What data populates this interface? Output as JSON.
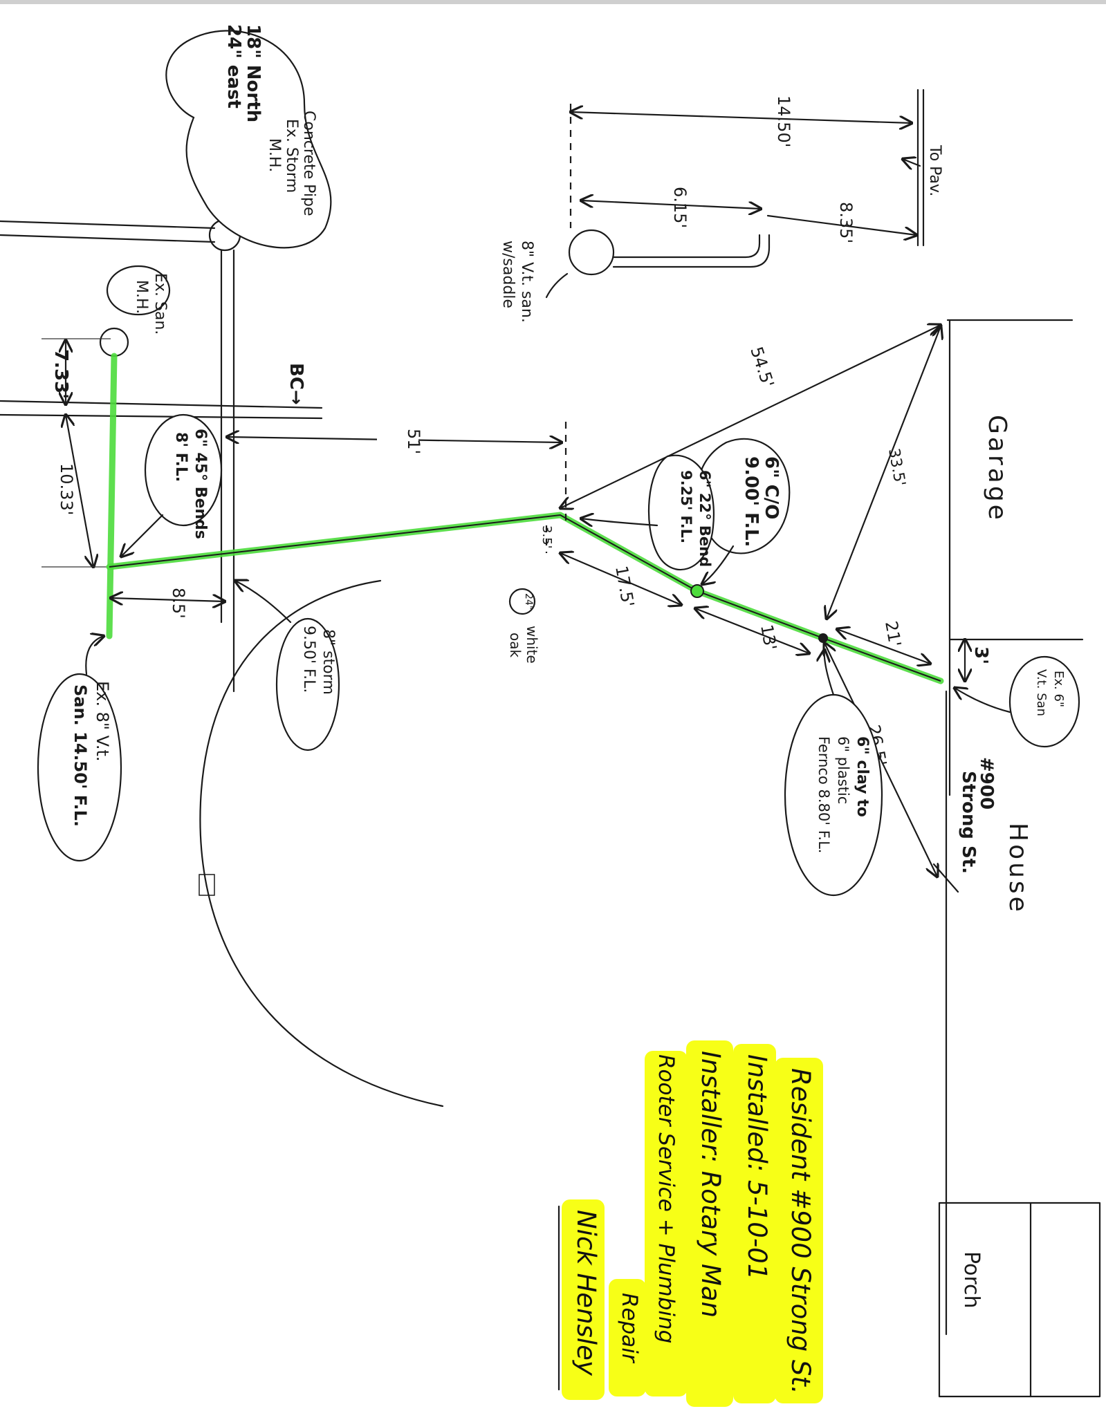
{
  "labels": {
    "to_pav": "To Pav.",
    "dim_14_50": "14.50'",
    "dim_8_35": "8.35'",
    "dim_6_15": "6.15'",
    "vit_saddle_line1": "8\" V.t. san.",
    "vit_saddle_line2": "w/saddle",
    "storm_mh_line1": "18\" North",
    "storm_mh_line2": "24\" east",
    "storm_mh_line3": "Concrete Pipe",
    "storm_mh_line4": "Ex. Storm",
    "storm_mh_line5": "M.H.",
    "san_mh_line1": "Ex. San.",
    "san_mh_line2": "M.H.",
    "dim_7_33": "7.33'",
    "dim_10_33": "10.33'",
    "bc": "BC→",
    "dim_51": "51'",
    "dim_54_5": "54.5'",
    "dim_33_5": "33.5'",
    "garage": "Garage",
    "house": "House",
    "address_line1": "#900",
    "address_line2": "Strong St.",
    "porch": "Porch",
    "bend45_line1": "6\" 45° Bends",
    "bend45_line2": "8' F.L.",
    "dim_8_5": "8.5'",
    "storm8_line1": "8\" storm",
    "storm8_line2": "9.50' F.L.",
    "ex_san_line1": "Ex. 8\" V.t.",
    "ex_san_line2": "San. 14.50' F.L.",
    "cleanout_line1": "6\" C/O",
    "cleanout_line2": "9.00' F.L.",
    "bend22_line1": "6\" 22° Bend",
    "bend22_line2": "9.25' F.L.",
    "dim_3_5": "3.5'",
    "dim_17_5": "17.5'",
    "dim_13": "13'",
    "dim_21": "21'",
    "dim_3": "3'",
    "dim_26_5": "26.5'",
    "oak_circle": "24\"",
    "oak_line1": "white",
    "oak_line2": "oak",
    "ex6_line1": "Ex. 6\"",
    "ex6_line2": "V.t. San",
    "fernco_line1": "6\" clay to",
    "fernco_line2": "6\" plastic",
    "fernco_line3": "Fernco 8.80' F.L."
  },
  "note": {
    "line1": "Resident #900 Strong St.",
    "line2": "Installed: 5-10-01",
    "line3": "Installer: Rotary Man",
    "line4": "Rooter Service + Plumbing",
    "line5": "Repair",
    "line6": "Nick Hensley"
  },
  "colors": {
    "pipe_highlight": "#4ddc3c",
    "note_highlight": "#f7ff17",
    "ink": "#1a1a1a"
  }
}
